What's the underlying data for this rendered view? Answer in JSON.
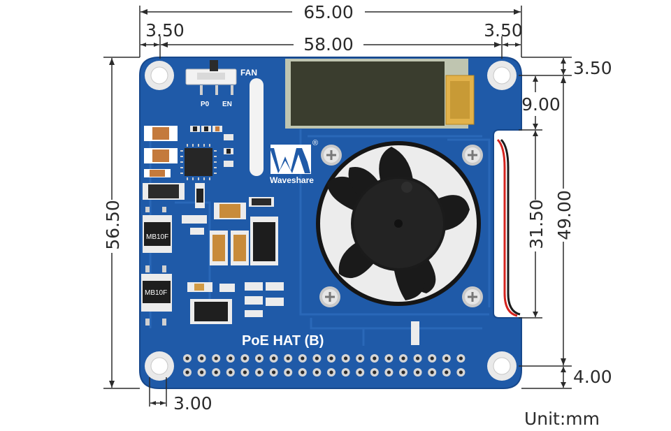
{
  "dimensions": {
    "overall_width": "65.00",
    "hole_inset_left": "3.50",
    "hole_spacing_x": "58.00",
    "hole_inset_right": "3.50",
    "hole_inset_top": "3.50",
    "oled_height": "9.00",
    "fan_height": "31.50",
    "hole_spacing_y": "49.00",
    "overall_height": "56.50",
    "hole_inset_bottom": "4.00",
    "hole_offset_bottom_left": "3.00"
  },
  "unit_label": "Unit:mm",
  "board": {
    "product_name": "PoE HAT (B)",
    "brand_name": "Waveshare",
    "switch_label": "FAN",
    "switch_pos_p0": "P0",
    "switch_pos_en": "EN",
    "ic_label_1": "MB10F",
    "ic_label_2": "MB10F",
    "registered_mark": "®"
  },
  "colors": {
    "pcb": "#1f5aa8",
    "pcb_dark": "#17488c",
    "trace": "#2a68b8",
    "dimension_line": "#2b2b2b",
    "fan": "#1a1a1a",
    "oled": "#3a3d2e",
    "wire_red": "#d4231e",
    "wire_black": "#1c1c1c"
  }
}
